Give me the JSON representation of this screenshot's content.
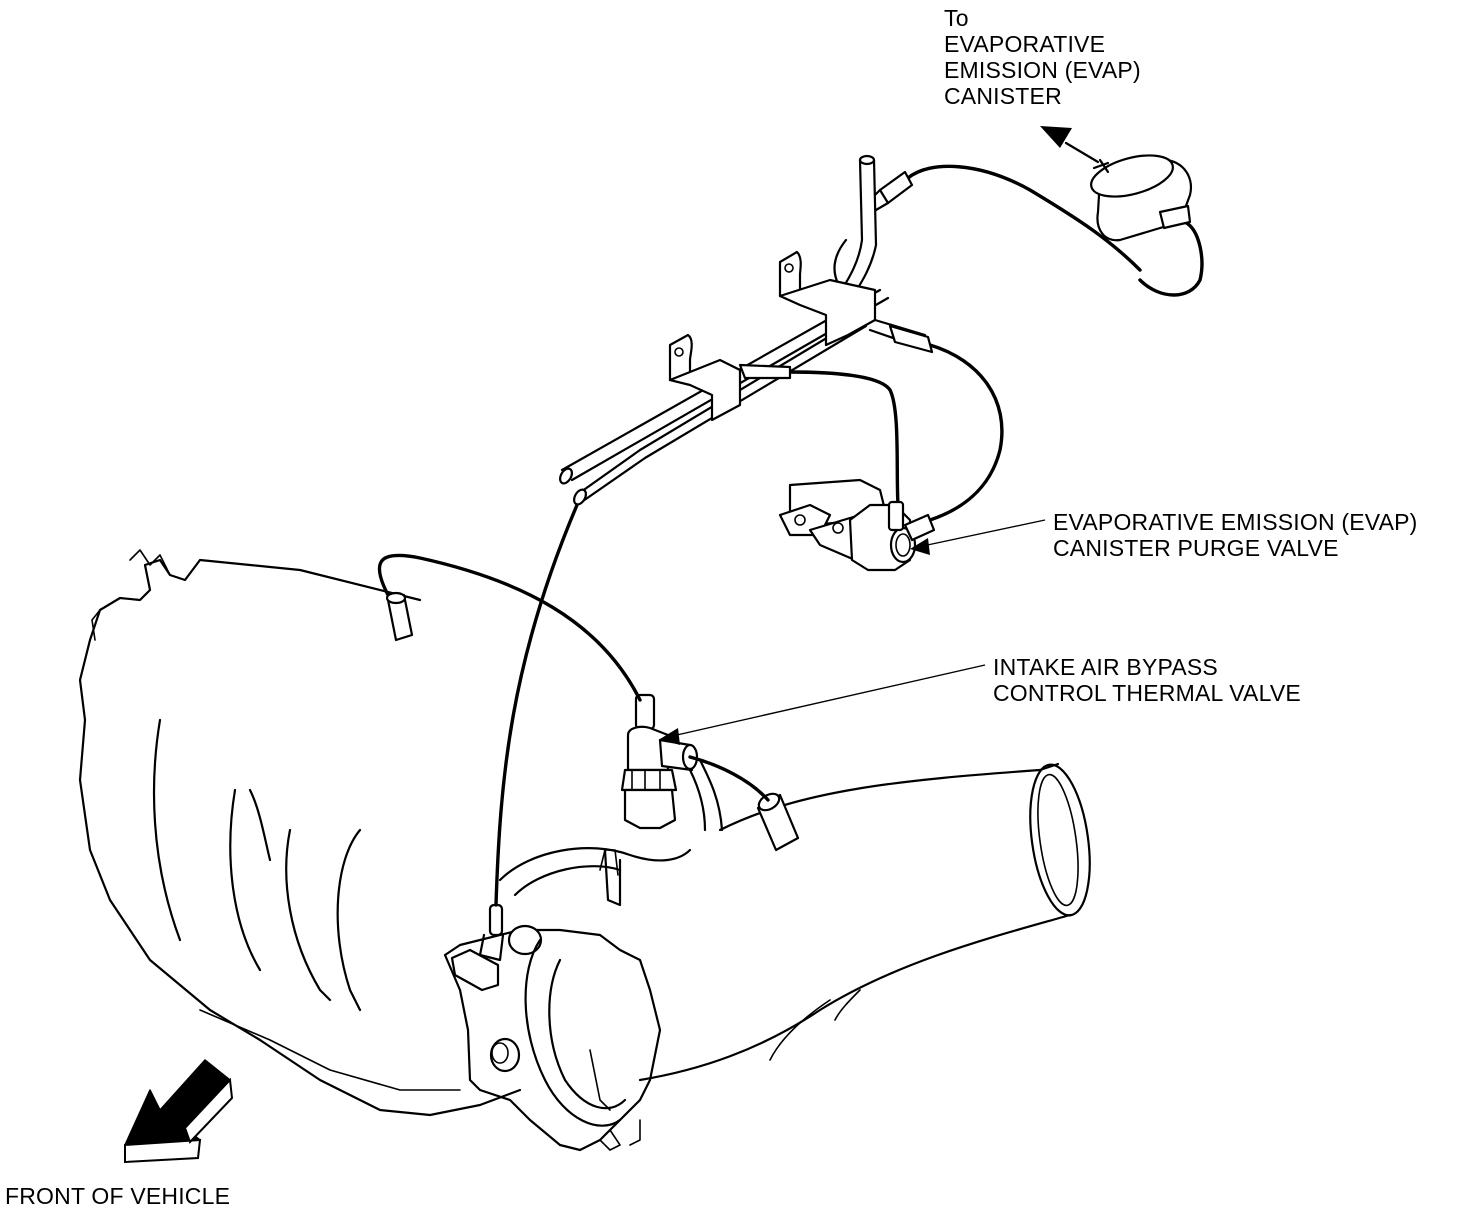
{
  "labels": {
    "canister_line1": "To",
    "canister_line2": "EVAPORATIVE",
    "canister_line3": "EMISSION (EVAP)",
    "canister_line4": "CANISTER",
    "purge_line1": "EVAPORATIVE EMISSION (EVAP)",
    "purge_line2": "CANISTER PURGE VALVE",
    "thermal_line1": "INTAKE AIR BYPASS",
    "thermal_line2": "CONTROL THERMAL VALVE",
    "front": "FRONT OF VEHICLE"
  },
  "colors": {
    "ink": "#000000",
    "paper": "#ffffff",
    "arrow_fill": "#000000"
  }
}
